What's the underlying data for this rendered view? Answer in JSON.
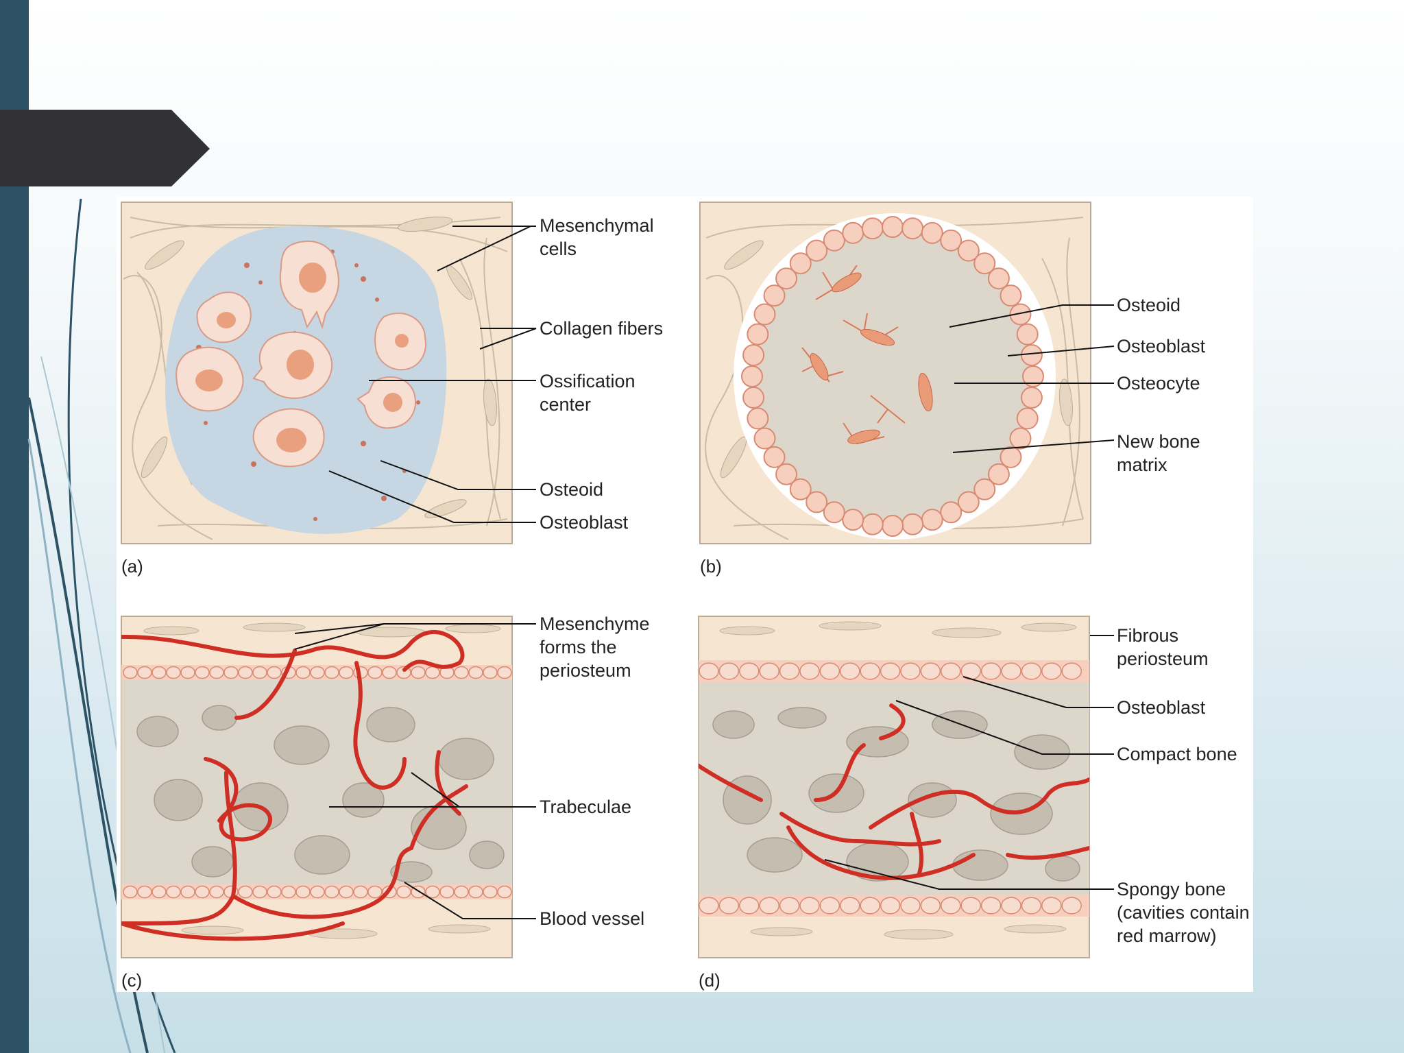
{
  "slide": {
    "colors": {
      "left_bar": "#2d5266",
      "title_tab": "#323133",
      "tissue": "#f6e5d0",
      "blood": "#d0342c",
      "bone": "#ddd7cb"
    }
  },
  "figure": {
    "panel_a": {
      "tag": "(a)",
      "labels": {
        "mesenchymal_cells": "Mesenchymal\ncells",
        "collagen_fibers": "Collagen fibers",
        "ossification_center": "Ossification\ncenter",
        "osteoid": "Osteoid",
        "osteoblast": "Osteoblast"
      }
    },
    "panel_b": {
      "tag": "(b)",
      "labels": {
        "osteoid": "Osteoid",
        "osteoblast": "Osteoblast",
        "osteocyte": "Osteocyte",
        "new_bone_matrix": "New bone\nmatrix"
      }
    },
    "panel_c": {
      "tag": "(c)",
      "labels": {
        "mesenchyme": "Mesenchyme\nforms the\nperiosteum",
        "trabeculae": "Trabeculae",
        "blood_vessel": "Blood vessel"
      }
    },
    "panel_d": {
      "tag": "(d)",
      "labels": {
        "fibrous_periosteum": "Fibrous\nperiosteum",
        "osteoblast": "Osteoblast",
        "compact_bone": "Compact bone",
        "spongy_bone": "Spongy bone\n(cavities contain\nred marrow)"
      }
    }
  }
}
